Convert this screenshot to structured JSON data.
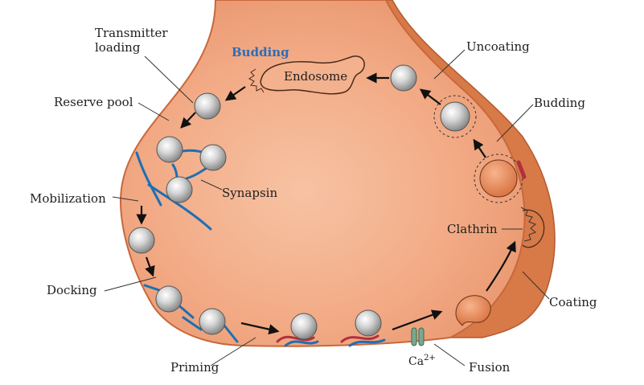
{
  "labels": {
    "transmitter_loading_1": "Transmitter",
    "transmitter_loading_2": "loading",
    "budding_top": "Budding",
    "endosome": "Endosome",
    "uncoating": "Uncoating",
    "reserve_pool": "Reserve pool",
    "budding_right": "Budding",
    "synapsin": "Synapsin",
    "mobilization": "Mobilization",
    "clathrin": "Clathrin",
    "docking": "Docking",
    "coating": "Coating",
    "priming": "Priming",
    "calcium": "Ca",
    "calcium_charge": "2+",
    "fusion": "Fusion"
  },
  "colors": {
    "terminal_fill": "#f0a47e",
    "terminal_edge": "#c8683c",
    "membrane_band": "#d77a48",
    "vesicle": "#c8c8c8",
    "synapsin": "#1d6fb4",
    "snare_red": "#b03040",
    "channel": "#7aa890",
    "accent_blue": "#2f6db5"
  }
}
